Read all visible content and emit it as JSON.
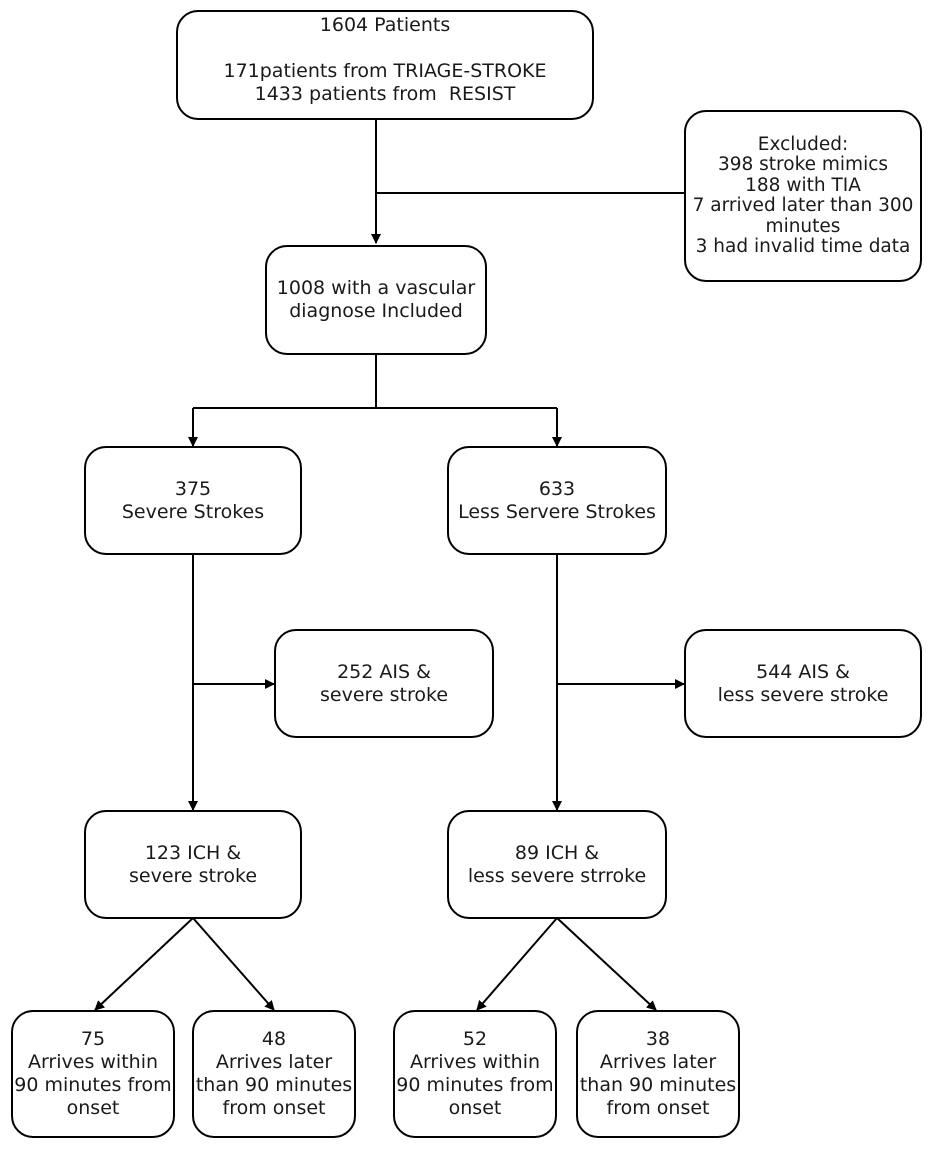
{
  "nodes": {
    "total": {
      "lines": [
        "1604 Patients",
        "",
        "171patients from TRIAGE-STROKE",
        "1433 patients from  RESIST"
      ]
    },
    "excluded": {
      "lines": [
        "Excluded:",
        "398 stroke mimics",
        "188 with TIA",
        "7 arrived later than 300",
        "minutes",
        "3 had invalid time data"
      ]
    },
    "included": {
      "lines": [
        "1008 with a vascular",
        "diagnose Included"
      ]
    },
    "severe": {
      "lines": [
        "375",
        "Severe Strokes"
      ]
    },
    "less_severe": {
      "lines": [
        "633",
        "Less Servere Strokes"
      ]
    },
    "ais_severe": {
      "lines": [
        "252 AIS &",
        "severe stroke"
      ]
    },
    "ais_less": {
      "lines": [
        "544 AIS &",
        "less severe stroke"
      ]
    },
    "ich_severe": {
      "lines": [
        "123 ICH &",
        "severe stroke"
      ]
    },
    "ich_less": {
      "lines": [
        "89 ICH &",
        "less severe strroke"
      ]
    },
    "severe_within": {
      "lines": [
        "75",
        "Arrives within",
        "90 minutes from",
        "onset"
      ]
    },
    "severe_later": {
      "lines": [
        "48",
        "Arrives later",
        "than 90 minutes",
        "from onset"
      ]
    },
    "less_within": {
      "lines": [
        "52",
        "Arrives within",
        "90 minutes from",
        "onset"
      ]
    },
    "less_later": {
      "lines": [
        "38",
        "Arrives later",
        "than 90 minutes",
        "from onset"
      ]
    }
  }
}
